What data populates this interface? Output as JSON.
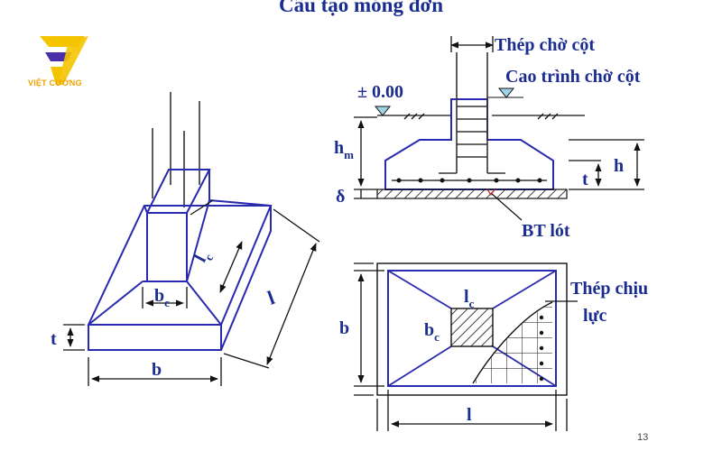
{
  "title": "Cấu tạo móng đơn",
  "brand": {
    "name": "VIỆT CƯỜNG",
    "colors": {
      "yellow": "#f5c400",
      "purple": "#4b2fa8",
      "orange": "#f0a000"
    }
  },
  "page_number": "13",
  "labels": {
    "thep_cho_cot": "Thép chờ cột",
    "cao_trinh": "Cao trình chờ cột",
    "level": "± 0.00",
    "hm": "h",
    "hm_sub": "m",
    "h": "h",
    "t": "t",
    "delta": "δ",
    "bt_lot": "BT lót",
    "lc": "l",
    "lc_sub": "c",
    "bc": "b",
    "bc_sub": "c",
    "b": "b",
    "l": "l",
    "thep_chiu_1": "Thép chịu",
    "thep_chiu_2": "lực"
  },
  "colors": {
    "line": "#2a2ab0",
    "text": "#1b2d8f",
    "dim": "#111111",
    "red": "#d02020"
  }
}
